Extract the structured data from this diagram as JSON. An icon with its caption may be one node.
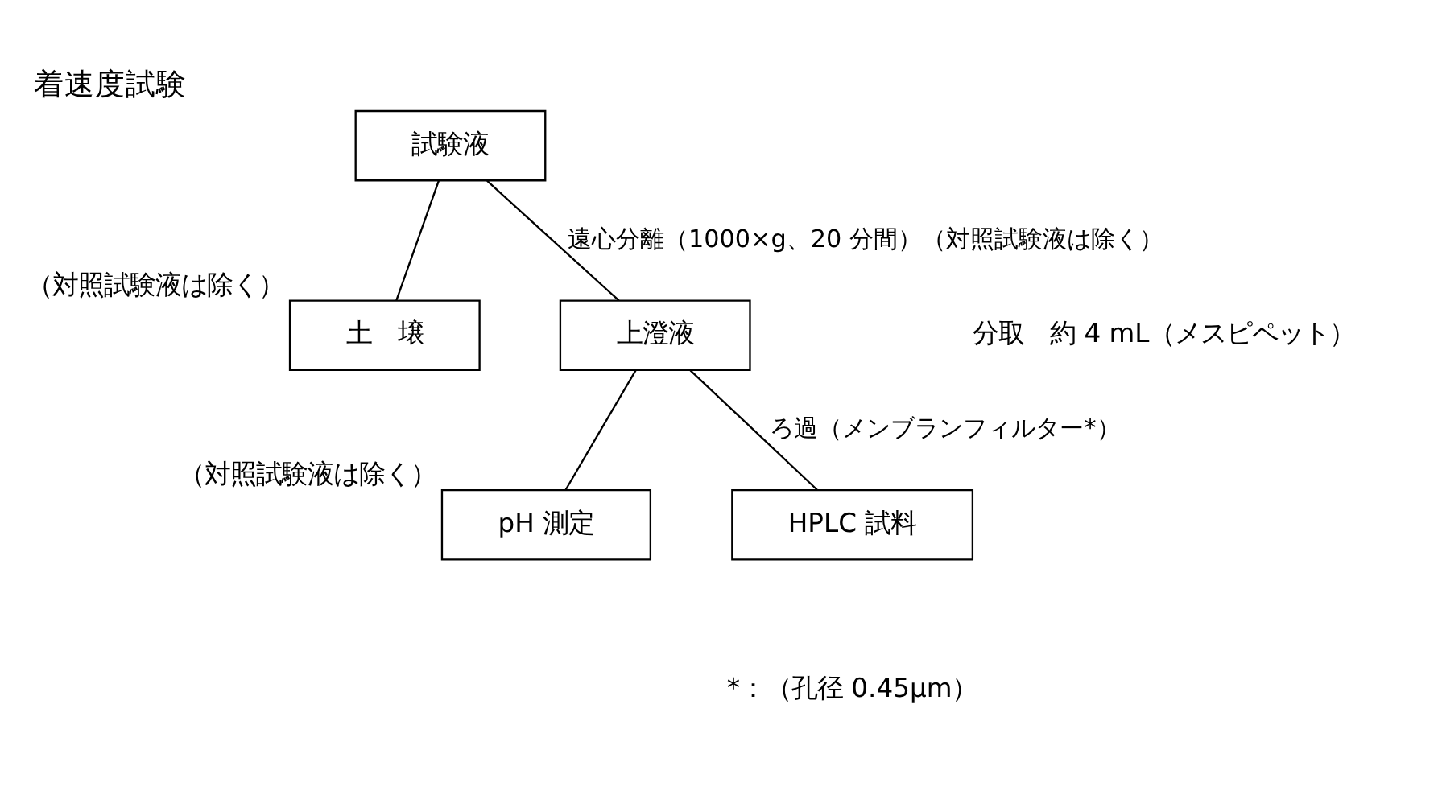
{
  "diagram": {
    "title": "着速度試験",
    "nodes": [
      {
        "text": [
          "試験液"
        ]
      },
      {
        "text": [
          "土　壌"
        ],
        "beside": [
          "（対照試験液は除く）"
        ]
      },
      {
        "text": [
          "上澄液"
        ]
      },
      {
        "text": [
          "pH 測定"
        ],
        "beside": [
          "（対照試験液は除く）"
        ]
      },
      {
        "text": [
          "HPLC 試料"
        ]
      }
    ],
    "edges": [
      {
        "from": 0,
        "to": 1,
        "arrow": "none"
      },
      {
        "from": 0,
        "to": 2,
        "arrow": "none",
        "label": "遠心分離（1000×g、20 分間）（対照試験液は除く）"
      },
      {
        "from": 2,
        "to": 3,
        "arrow": "none"
      },
      {
        "from": 2,
        "to": 4,
        "arrow": "none",
        "label": "ろ過（メンブランフィルター*）"
      }
    ],
    "labels": [
      "分取　約 4 mL（メスピペット）",
      "*：（孔径 0.45μm）"
    ]
  }
}
